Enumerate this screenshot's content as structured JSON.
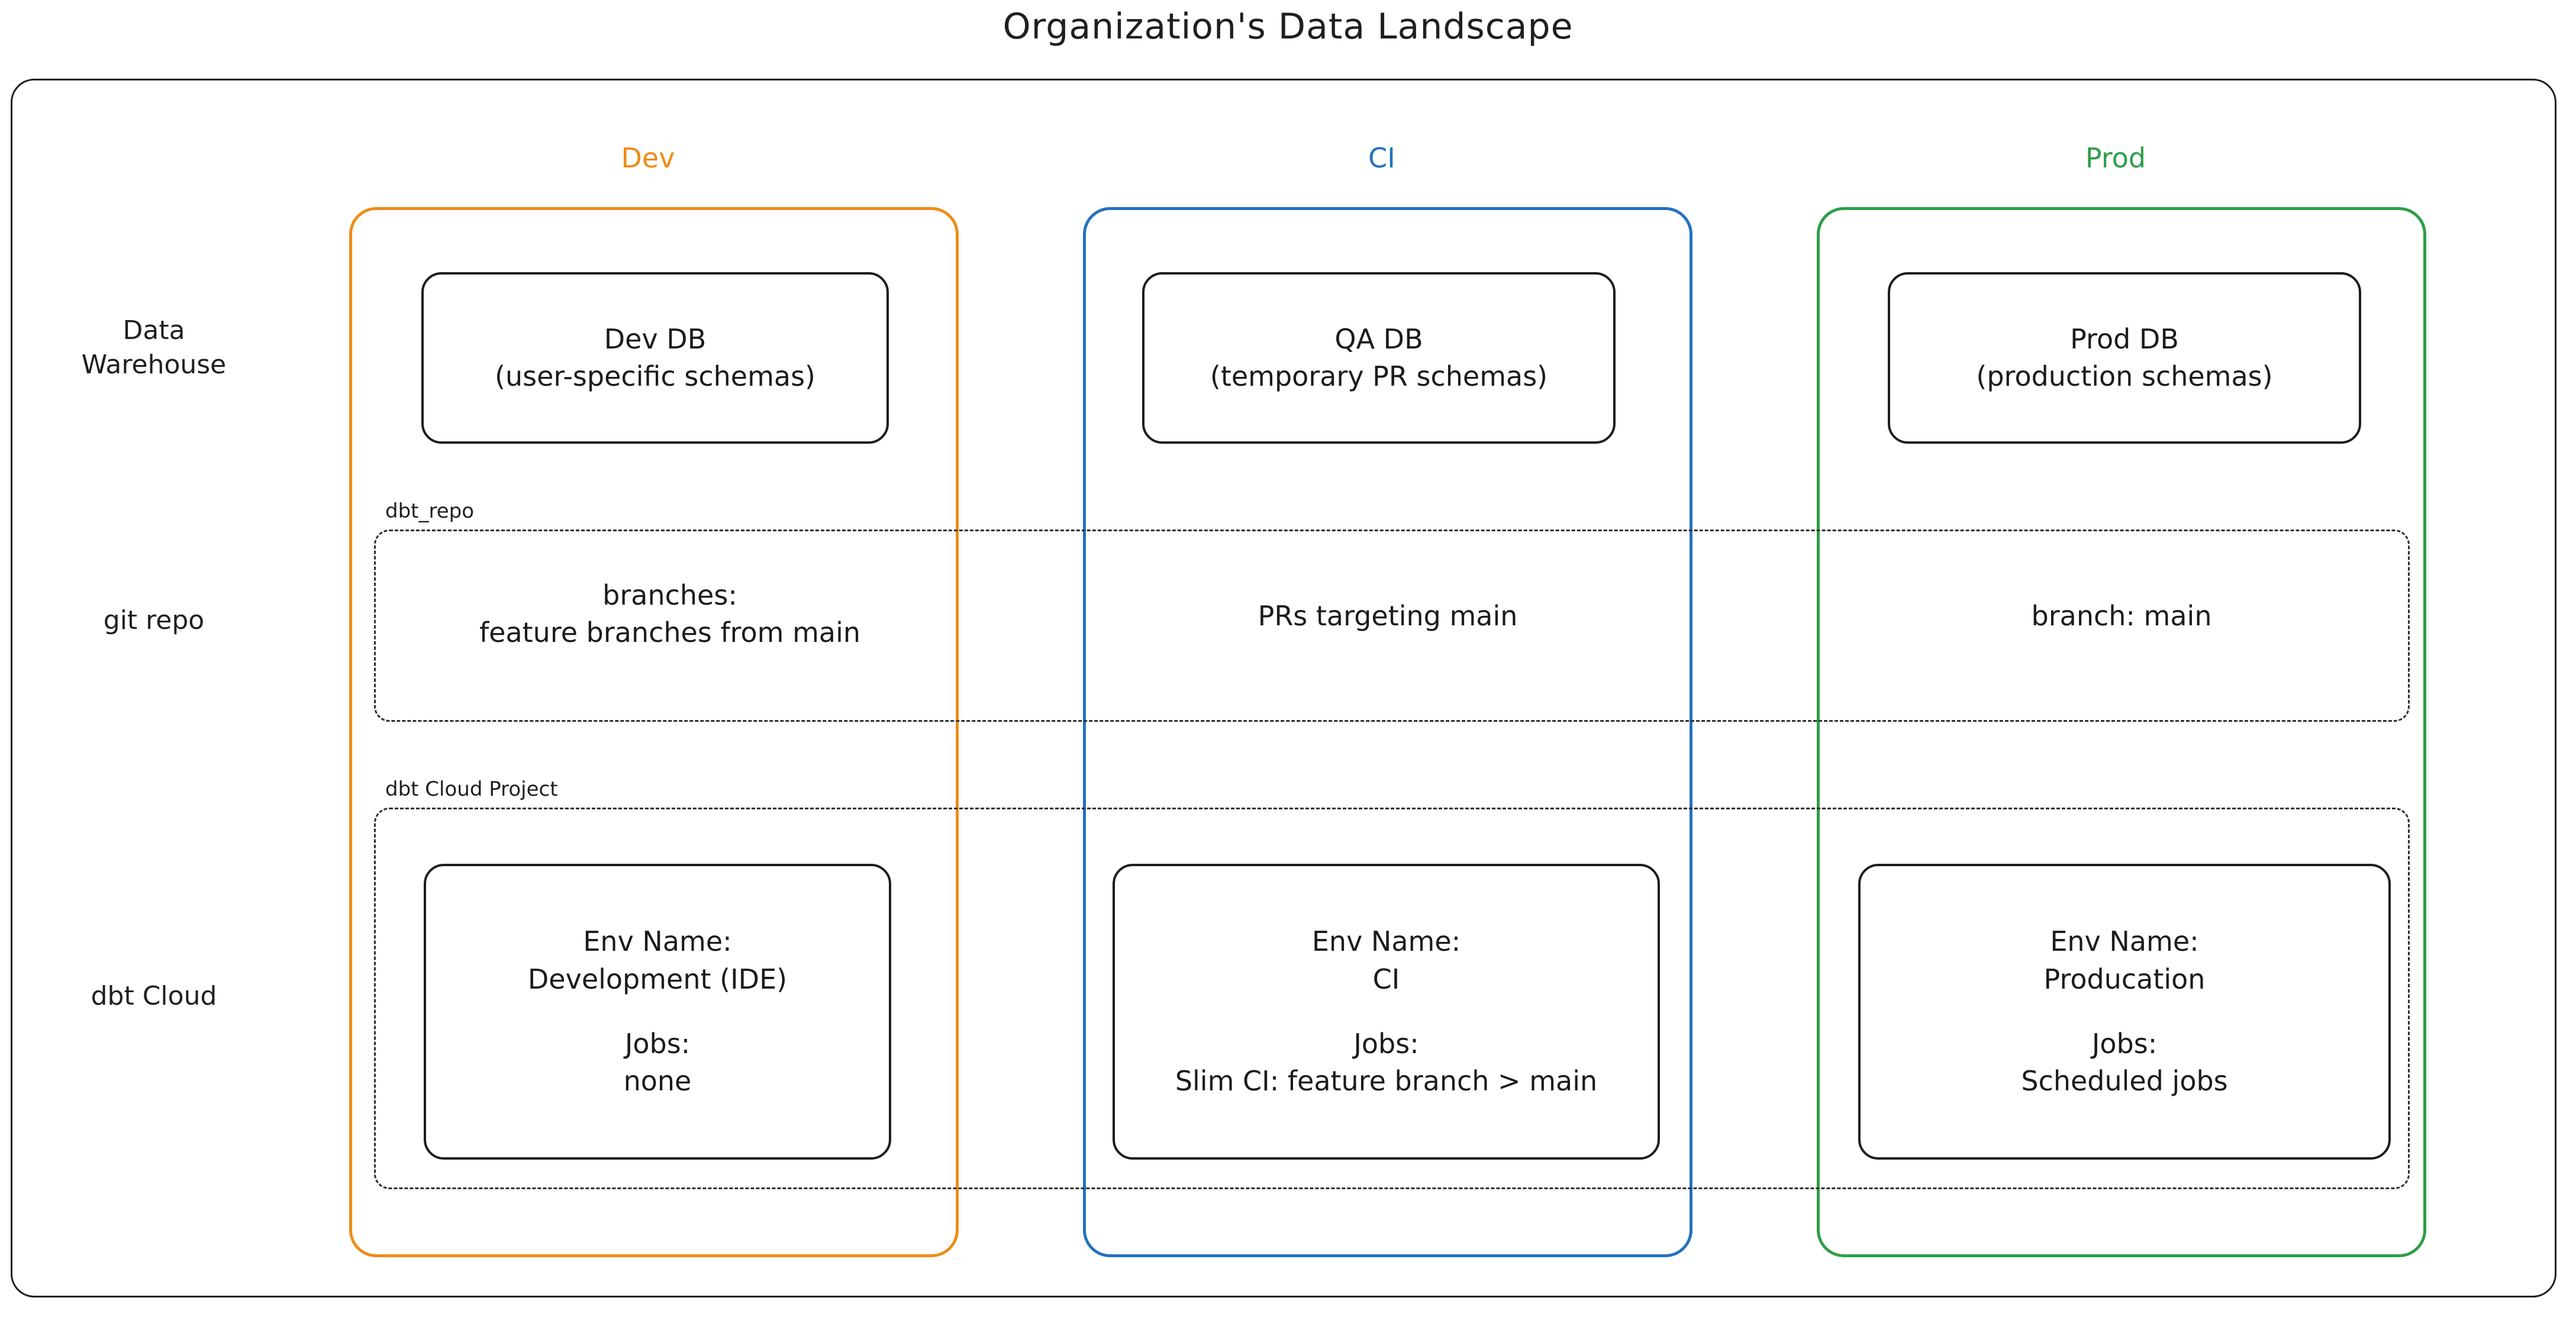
{
  "title": "Organization's Data Landscape",
  "columns": [
    {
      "key": "dev",
      "label": "Dev",
      "color": "#ee8c18"
    },
    {
      "key": "ci",
      "label": "CI",
      "color": "#2272c0"
    },
    {
      "key": "prod",
      "label": "Prod",
      "color": "#2e9e48"
    }
  ],
  "rows": [
    {
      "key": "data_warehouse",
      "label_line1": "Data",
      "label_line2": "Warehouse"
    },
    {
      "key": "git_repo",
      "label_line1": "git repo",
      "label_line2": ""
    },
    {
      "key": "dbt_cloud",
      "label_line1": "dbt Cloud",
      "label_line2": ""
    }
  ],
  "groups": {
    "git_repo": {
      "label": "dbt_repo"
    },
    "dbt_cloud": {
      "label": "dbt Cloud Project"
    }
  },
  "cells": {
    "data_warehouse": {
      "dev": {
        "line1": "Dev DB",
        "line2": "(user-specific schemas)"
      },
      "ci": {
        "line1": "QA DB",
        "line2": "(temporary PR schemas)"
      },
      "prod": {
        "line1": "Prod DB",
        "line2": "(production schemas)"
      }
    },
    "git_repo": {
      "dev": {
        "line1": "branches:",
        "line2": "feature branches from main"
      },
      "ci": {
        "line1": "PRs targeting main",
        "line2": ""
      },
      "prod": {
        "line1": "branch: main",
        "line2": ""
      }
    },
    "dbt_cloud": {
      "dev": {
        "env_label": "Env Name:",
        "env_value": "Development (IDE)",
        "jobs_label": "Jobs:",
        "jobs_value": "none"
      },
      "ci": {
        "env_label": "Env Name:",
        "env_value": "CI",
        "jobs_label": "Jobs:",
        "jobs_value": "Slim CI: feature branch > main"
      },
      "prod": {
        "env_label": "Env Name:",
        "env_value": "Producation",
        "jobs_label": "Jobs:",
        "jobs_value": "Scheduled jobs"
      }
    }
  }
}
